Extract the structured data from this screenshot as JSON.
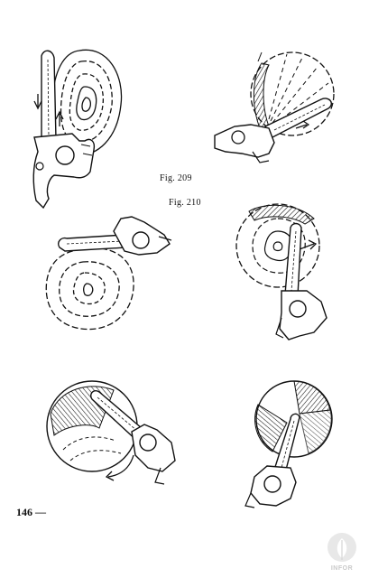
{
  "captions": {
    "fig209": "Fig. 209",
    "fig210": "Fig. 210"
  },
  "page_number": "146 —",
  "watermark": "INFOR",
  "colors": {
    "ink": "#111111",
    "watermark": "#cfcfcf"
  }
}
